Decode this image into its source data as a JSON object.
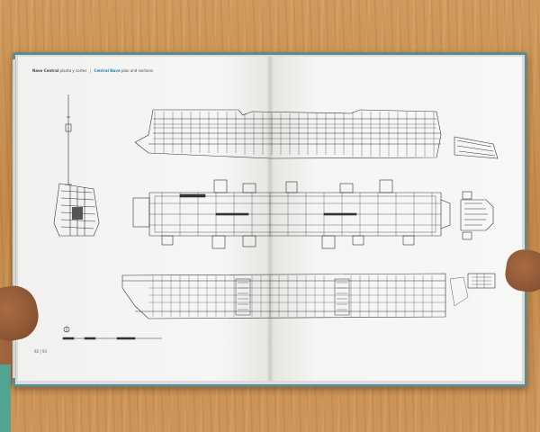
{
  "spread": {
    "header_bold": "Nave Central",
    "header_title": "planta y cortes",
    "header_bold_alt": "Central Nave",
    "header_title_alt": "plan and sections",
    "page_numbers": "92 | 93"
  },
  "colors": {
    "table": "#c8904f",
    "cover": "#5f8a8f",
    "paper": "#f4f4f2",
    "ink": "#333333",
    "accent": "#2a7fb5"
  }
}
